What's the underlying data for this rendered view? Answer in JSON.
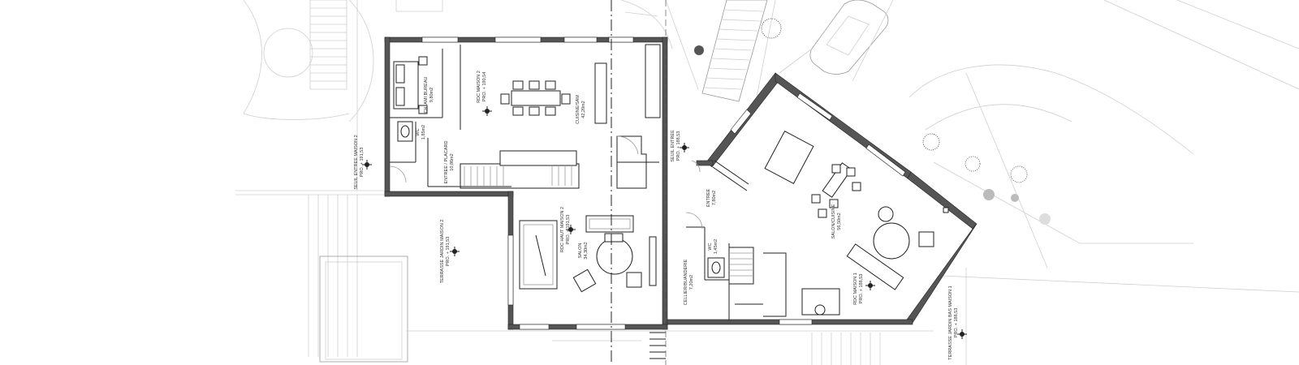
{
  "rooms": {
    "bureau_name": "CH. AMI BUREAU",
    "bureau_area": "9,80m2",
    "wc2_name": "WC",
    "wc2_area": "1,85m2",
    "placard_name": "ENTREE / PLACARD",
    "placard_area": "10,86m2",
    "cuisine_name": "CUISINE/SAM",
    "cuisine_area": "42,20m2",
    "rdc_maison2_level": "RDC MAISON 2",
    "rdc_maison2_pro": "PRO. + 190,54",
    "rdc_haut_level": "RDC HAUT MAISON 2",
    "rdc_haut_pro": "PRO. + 191,53",
    "salon2_name": "SALON",
    "salon2_area": "34,30m2",
    "seuil_entree_label": "SEUIL ENTREE",
    "seuil_entree_pro": "PRO. + 188,53",
    "entree_name": "ENTREE",
    "entree_area": "7,80m2",
    "wc1_name": "WC",
    "wc1_area": "1,45m2",
    "cellier_name": "CELLIER/BUANDERIE",
    "cellier_area": "7,20m2",
    "salon_cuisine_name": "SALON/CUISINE",
    "salon_cuisine_area": "56,50m2",
    "rdc_maison1_level": "RDC MAISON 1",
    "rdc_maison1_pro": "PRO. + 188,53",
    "seuil_entree2_label": "SEUIL ENTREE MAISON 2",
    "seuil_entree2_pro": "PRO. + 191,53",
    "terrasse2_label": "TERRASSE JARDIN MAISON 2",
    "terrasse2_pro": "PRO. + 191,53",
    "terrasse1_label": "TERRASSE JARDIN BAS MAISON 1",
    "terrasse1_pro": "PRO. + 188,53"
  }
}
